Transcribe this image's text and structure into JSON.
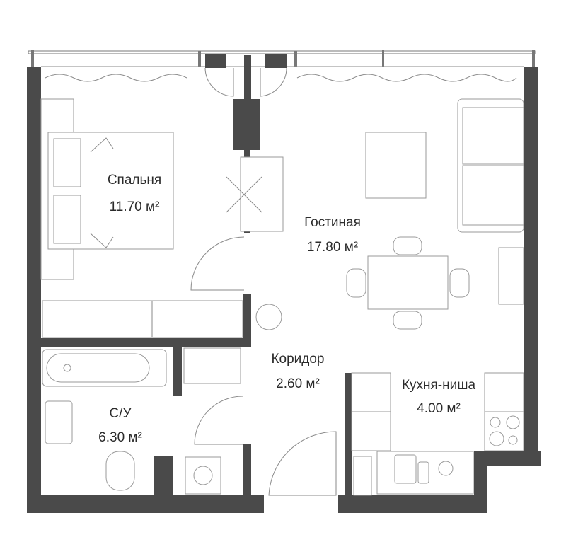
{
  "plan": {
    "rooms": [
      {
        "name": "Спальня",
        "area": "11.70 м²"
      },
      {
        "name": "Гостиная",
        "area": "17.80 м²"
      },
      {
        "name": "Коридор",
        "area": "2.60 м²"
      },
      {
        "name": "Кухня-ниша",
        "area": "4.00 м²"
      },
      {
        "name": "С/У",
        "area": "6.30 м²"
      }
    ],
    "colors": {
      "wall": "#4a4a4a",
      "line": "#8a8a8a"
    }
  }
}
